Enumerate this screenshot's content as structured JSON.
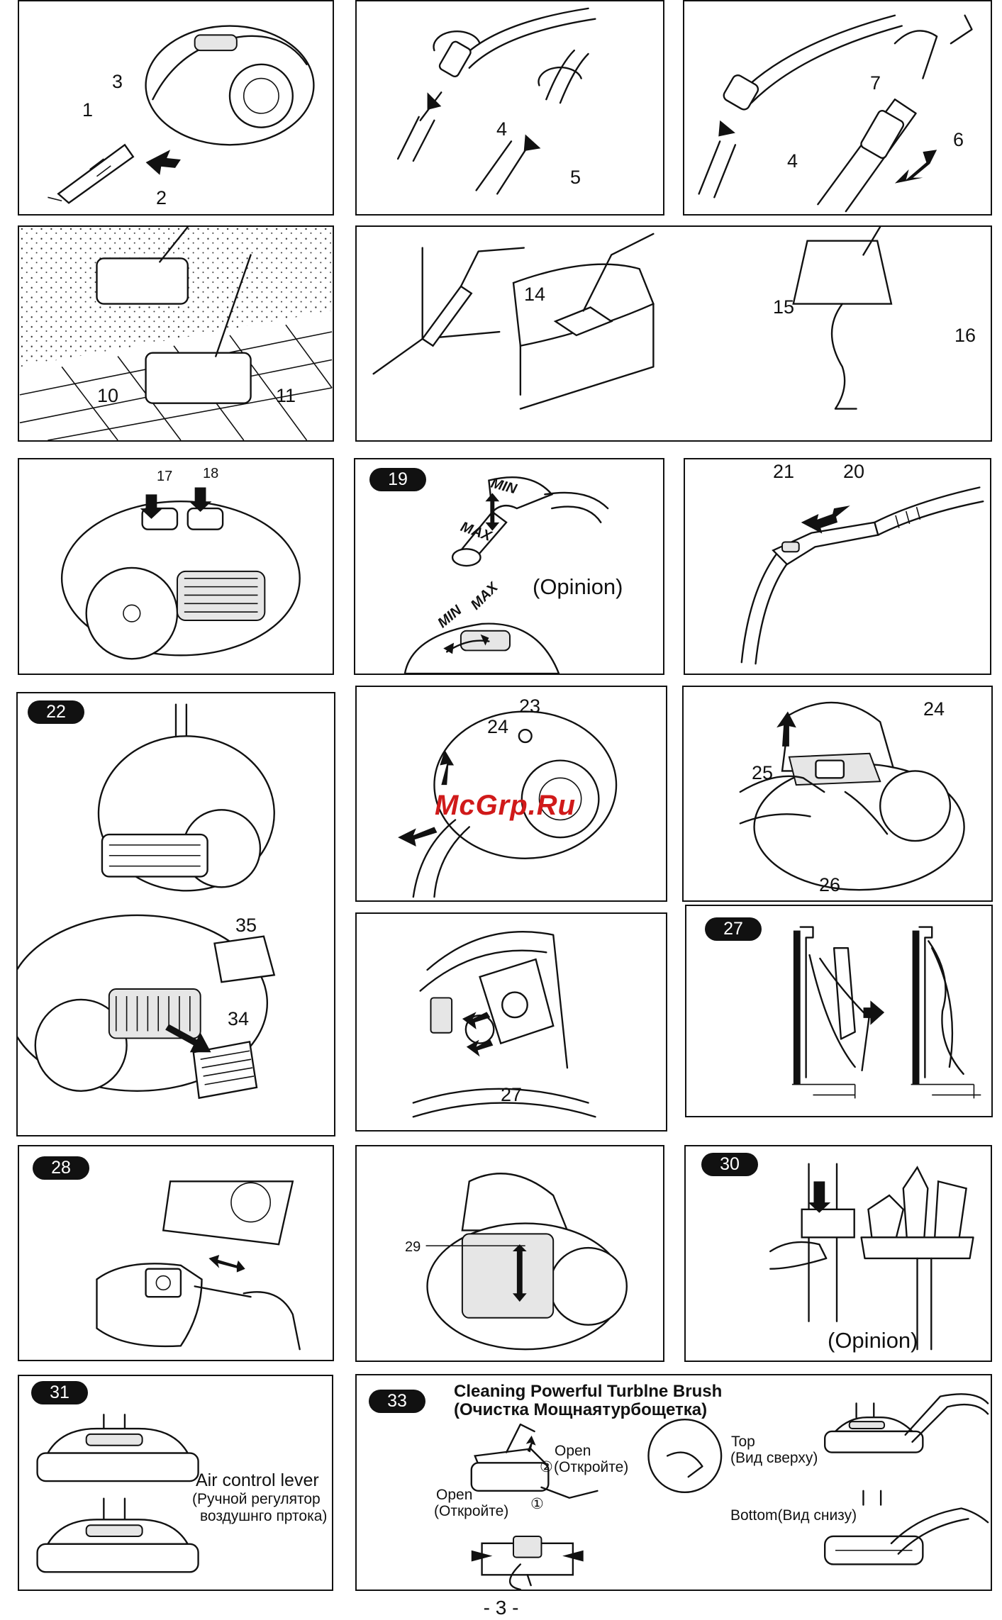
{
  "watermark": "McGrp.Ru",
  "page_number": "- 3 -",
  "panels": {
    "p1": {
      "labels": [
        "1",
        "3",
        "2"
      ]
    },
    "p2": {
      "labels": [
        "4",
        "5"
      ]
    },
    "p3": {
      "labels": [
        "7",
        "4",
        "6"
      ]
    },
    "p4": {
      "labels": [
        "10",
        "11"
      ]
    },
    "p5": {
      "labels": [
        "14",
        "15",
        "16"
      ]
    },
    "p6": {
      "labels": [
        "17",
        "18"
      ]
    },
    "p7": {
      "badge": "19",
      "min": "MIN",
      "max": "MAX",
      "min2": "MIN",
      "max2": "MAX",
      "opinion": "(Opinion)"
    },
    "p8": {
      "labels": [
        "21",
        "20"
      ]
    },
    "p9": {
      "badge": "22",
      "labels": [
        "35",
        "34"
      ]
    },
    "p10": {
      "labels": [
        "23",
        "24"
      ]
    },
    "p11": {
      "labels": [
        "24",
        "25",
        "26"
      ]
    },
    "p12": {
      "labels": [
        "27"
      ]
    },
    "p13": {
      "badge": "27"
    },
    "p14": {
      "badge": "28"
    },
    "p15": {
      "labels": [
        "29"
      ]
    },
    "p16": {
      "badge": "30",
      "opinion": "(Opinion)"
    },
    "p17": {
      "badge": "31",
      "text1": "Air control lever",
      "text2": "(Ручной регулятор",
      "text3": "воздушнго пртока)"
    },
    "p18": {
      "badge": "33",
      "title1": "Cleaning Powerful Turblne Brush",
      "title2": "(Очистка Мощнаятурбощетка)",
      "open_top": "Open",
      "step2": "②",
      "open_top_ru": "(Откройте)",
      "step1": "①",
      "open_left": "Open",
      "open_left_ru": "(Откройте)",
      "top": "Top",
      "top_ru": "(Вид сверху)",
      "bottom": "Bottom(Вид снизу)"
    }
  }
}
